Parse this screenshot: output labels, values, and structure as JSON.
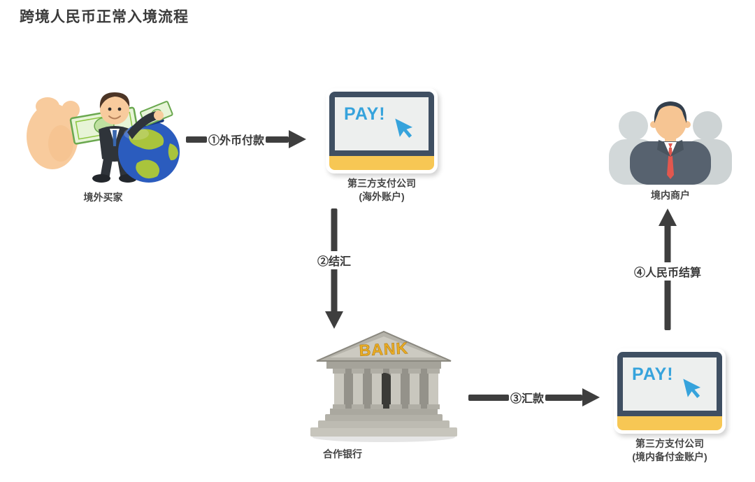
{
  "title": "跨境人民币正常入境流程",
  "nodes": {
    "buyer": {
      "label": "境外买家"
    },
    "psp_overseas": {
      "screen_text": "PAY!",
      "label_line1": "第三方支付公司",
      "label_line2": "(海外账户)"
    },
    "bank": {
      "sign_text": "BANK",
      "label": "合作银行"
    },
    "psp_domestic": {
      "screen_text": "PAY!",
      "label_line1": "第三方支付公司",
      "label_line2": "(境内备付金账户)"
    },
    "merchant": {
      "label": "境内商户"
    }
  },
  "arrows": {
    "step1": {
      "label": "①外币付款"
    },
    "step2": {
      "label": "②结汇"
    },
    "step3": {
      "label": "③汇款"
    },
    "step4": {
      "label": "④人民币结算"
    }
  },
  "colors": {
    "arrow_dark": "#3e3e3e",
    "label_text": "#454545",
    "pay_blue": "#36a3dc",
    "monitor_navy": "#3f4f62",
    "monitor_yellow": "#f7c754",
    "bank_gold": "#e9ac25",
    "tie_red": "#e2574e",
    "suit_slate": "#57626f",
    "silhouette_gray": "#d1d7d8",
    "globe_blue": "#2b5cbe",
    "land_green": "#a9c43c",
    "skin": "#f8cb9d"
  }
}
